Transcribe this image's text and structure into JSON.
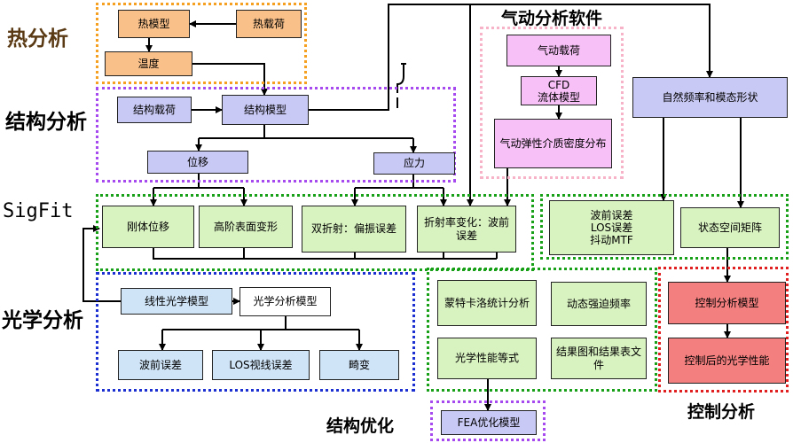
{
  "sections": {
    "thermal": "热分析",
    "structural": "结构分析",
    "sigfit": "SigFit",
    "optical": "光学分析",
    "aero_software": "气动分析软件",
    "struct_opt": "结构优化",
    "control": "控制分析"
  },
  "nodes": {
    "thermal_model": "热模型",
    "thermal_load": "热载荷",
    "temperature": "温度",
    "struct_load": "结构载荷",
    "struct_model": "结构模型",
    "displacement": "位移",
    "stress": "应力",
    "rigid_disp": "刚体位移",
    "high_order": "高阶表面变形",
    "birefringence": "双折射：偏振误差",
    "refractive": "折射率变化：波前误差",
    "linear_optic": "线性光学模型",
    "optic_model": "光学分析模型",
    "wavefront_err": "波前误差",
    "los_err": "LOS视线误差",
    "distortion": "畸变",
    "aero_load": "气动载荷",
    "cfd": "CFD\n流体模型",
    "aero_density": "气动弹性介质密度分布",
    "nat_freq": "自然频率和模态形状",
    "wave_los_mtf": "波前误差\nLOS误差\n抖动MTF",
    "state_space": "状态空间矩阵",
    "monte_carlo": "蒙特卡洛统计分析",
    "dyn_freq": "动态强迫频率",
    "optic_eq": "光学性能等式",
    "result_files": "结果图和结果表文件",
    "fea_opt": "FEA优化模型",
    "ctrl_model": "控制分析模型",
    "ctrl_perf": "控制后的光学性能"
  }
}
